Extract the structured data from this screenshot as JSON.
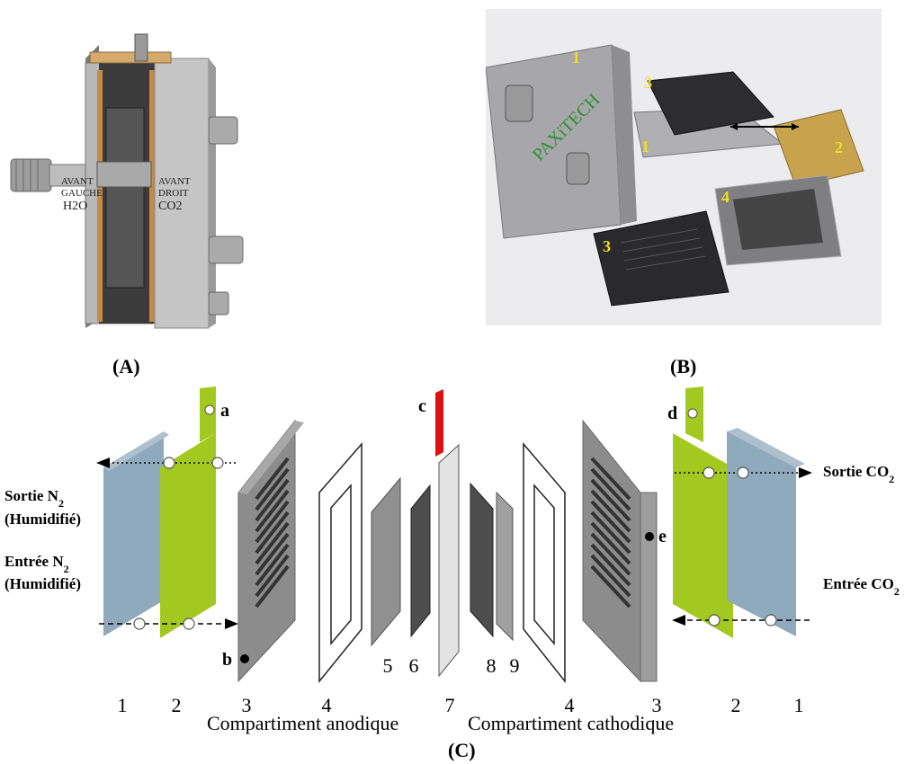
{
  "panels": {
    "a": "(A)",
    "b": "(B)",
    "c": "(C)"
  },
  "photo_a": {
    "labels": {
      "left_top": "AVANT",
      "left_mid": "GAUCHE",
      "left_bottom": "H2O",
      "right_top": "AVANT",
      "right_mid": "DROIT",
      "right_bottom": "CO2"
    }
  },
  "photo_b": {
    "brand": "PAXiTECH",
    "numbers": {
      "n1a": "1",
      "n1b": "1",
      "n2": "2",
      "n3a": "3",
      "n3b": "3",
      "n4": "4"
    }
  },
  "diagram": {
    "sortie_n2": "Sortie N",
    "entree_n2": "Entrée N",
    "n2_sub": "2",
    "humidifie": "(Humidifié)",
    "sortie_co2": "Sortie CO",
    "entree_co2": "Entrée CO",
    "co2_sub": "2",
    "letters": {
      "a": "a",
      "b": "b",
      "c": "c",
      "d": "d",
      "e": "e"
    },
    "numbers": [
      "1",
      "2",
      "3",
      "4",
      "5",
      "6",
      "7",
      "8",
      "9",
      "4",
      "3",
      "2",
      "1"
    ],
    "compartment_anode": "Compartiment anodique",
    "compartment_cathode": "Compartiment cathodique"
  },
  "colors": {
    "end_plate": "#8fa9bd",
    "collector": "#a3c81f",
    "flow_plate": "#8c8c8c",
    "red_tab": "#dd1111"
  }
}
